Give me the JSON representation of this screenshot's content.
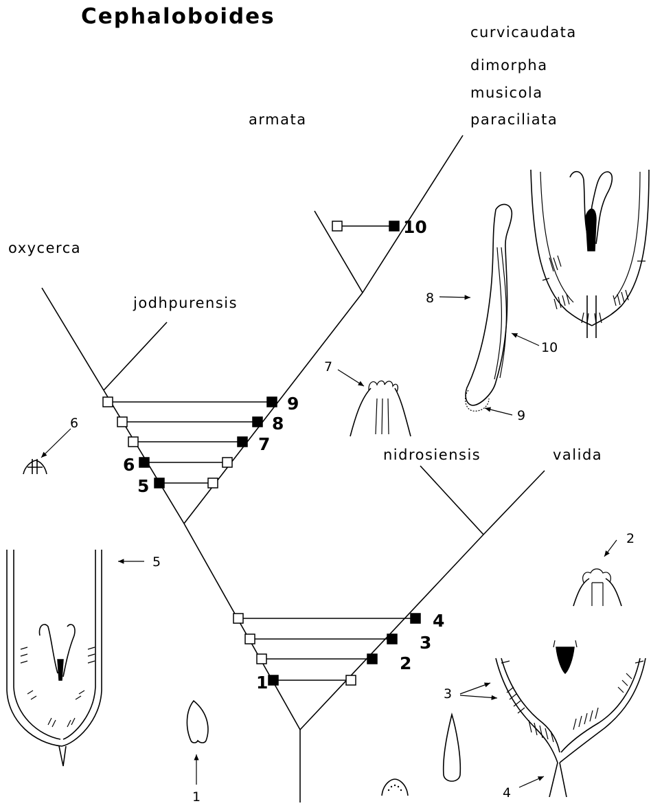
{
  "title": "Cephaloboides",
  "taxa": {
    "curvicaudata": "curvicaudata",
    "dimorpha": "dimorpha",
    "musicola": "musicola",
    "paraciliata": "paraciliata",
    "armata": "armata",
    "oxycerca": "oxycerca",
    "jodhpurensis": "jodhpurensis",
    "nidrosiensis": "nidrosiensis",
    "valida": "valida"
  },
  "character_labels": [
    "1",
    "2",
    "3",
    "4",
    "5",
    "6",
    "7",
    "8",
    "9",
    "10"
  ],
  "figure_labels": [
    "1",
    "2",
    "3",
    "4",
    "5",
    "6",
    "7",
    "8",
    "9",
    "10"
  ]
}
